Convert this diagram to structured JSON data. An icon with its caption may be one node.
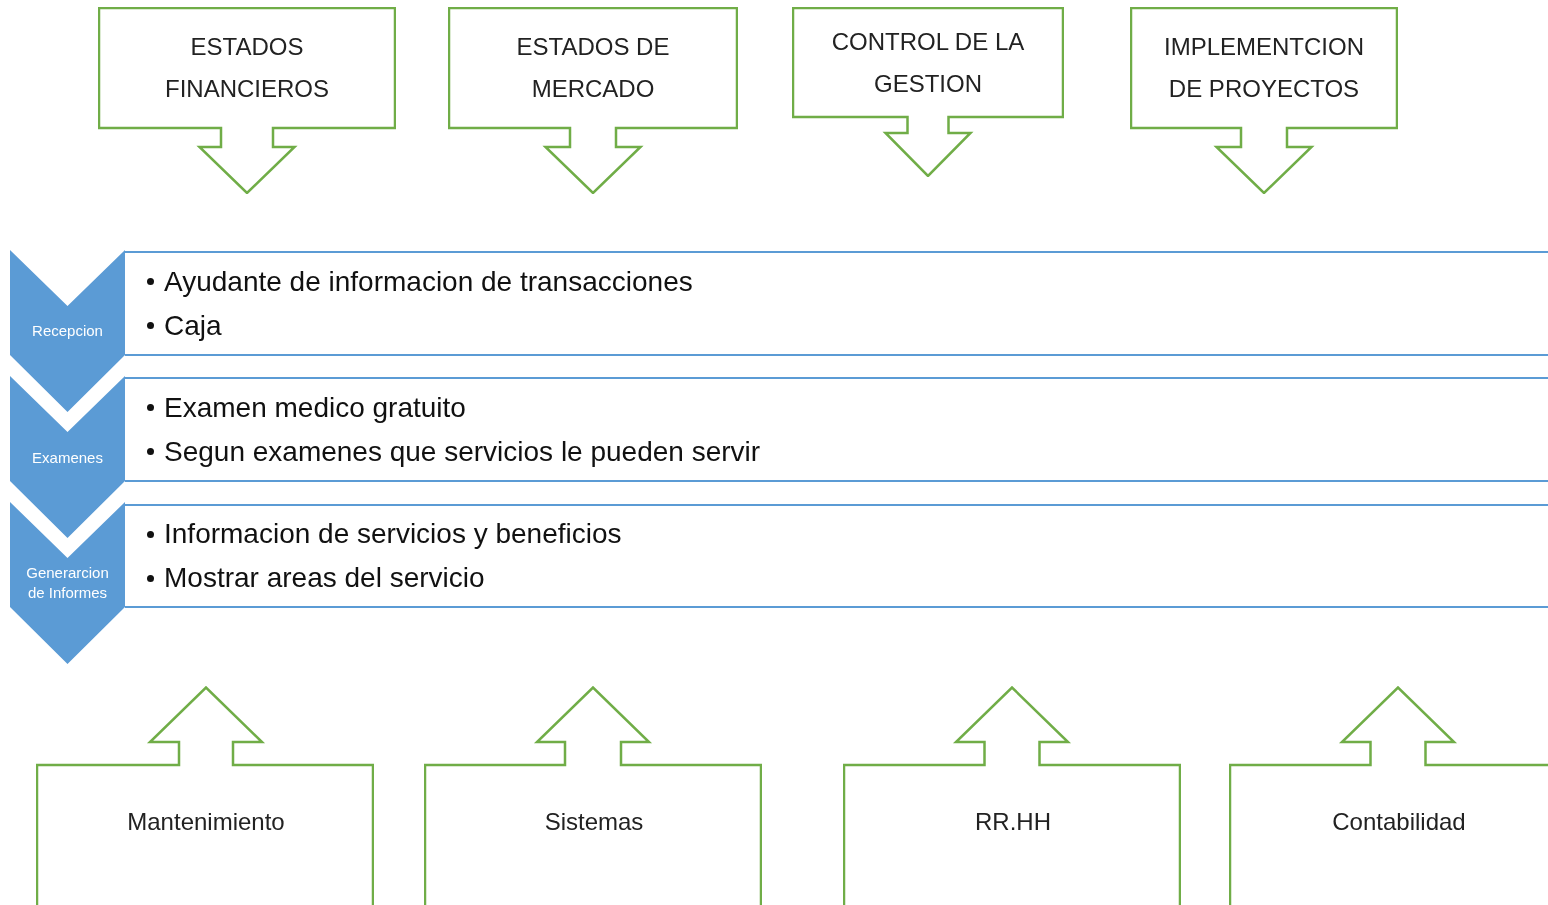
{
  "diagram": {
    "nodes": [
      {
        "text": [
          "ESTADOS FINANCIEROS"
        ]
      },
      {
        "text": [
          "ESTADOS DE MERCADO"
        ]
      },
      {
        "text": [
          "CONTROL DE LA GESTION"
        ]
      },
      {
        "text": [
          "IMPLEMENTCION DE PROYECTOS"
        ]
      },
      {
        "text": [
          "Recepcion"
        ]
      },
      {
        "text": [
          "Ayudante de informacion de transacciones",
          "Caja"
        ]
      },
      {
        "text": [
          "Examenes"
        ]
      },
      {
        "text": [
          "Examen medico gratuito",
          "Segun examenes que servicios le pueden servir"
        ]
      },
      {
        "text": [
          "Generarcion de Informes"
        ]
      },
      {
        "text": [
          "Informacion de servicios y beneficios",
          "Mostrar areas del servicio"
        ]
      },
      {
        "text": [
          "Mantenimiento"
        ]
      },
      {
        "text": [
          "Sistemas"
        ]
      },
      {
        "text": [
          "RR.HH"
        ]
      },
      {
        "text": [
          "Contabilidad"
        ]
      }
    ]
  }
}
